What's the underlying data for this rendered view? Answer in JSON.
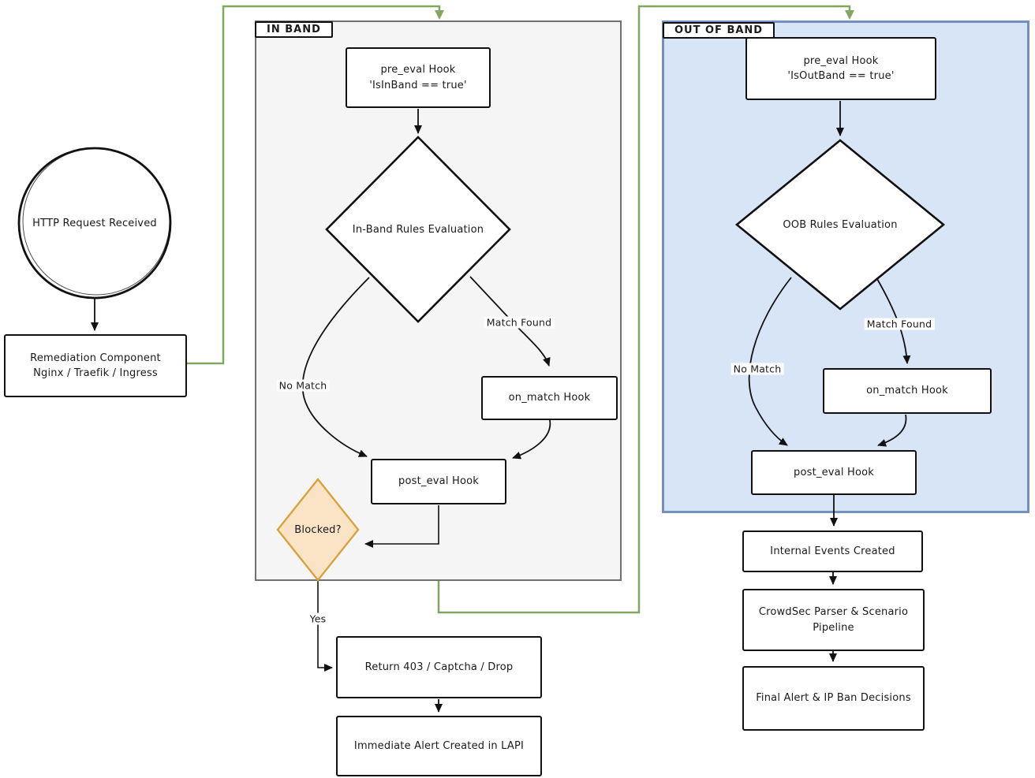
{
  "start": {
    "label": "HTTP Request Received"
  },
  "remediation": {
    "line1": "Remediation Component",
    "line2": "Nginx / Traefik / Ingress"
  },
  "in_band": {
    "tag": "IN BAND",
    "pre_eval_line1": "pre_eval Hook",
    "pre_eval_line2": "'IsInBand == true'",
    "decision": "In-Band Rules Evaluation",
    "on_match": "on_match Hook",
    "post_eval": "post_eval Hook",
    "blocked": "Blocked?",
    "match_found_label": "Match Found",
    "no_match_label": "No Match",
    "yes_label": "Yes",
    "return_action": "Return 403 / Captcha / Drop",
    "lapi_alert": "Immediate Alert Created in LAPI"
  },
  "out_of_band": {
    "tag": "OUT OF BAND",
    "pre_eval_line1": "pre_eval Hook",
    "pre_eval_line2": "'IsOutBand == true'",
    "decision": "OOB Rules Evaluation",
    "on_match": "on_match Hook",
    "post_eval": "post_eval Hook",
    "match_found_label": "Match Found",
    "no_match_label": "No Match",
    "internal_events": "Internal Events Created",
    "pipeline": "CrowdSec Parser & Scenario Pipeline",
    "final_decisions": "Final Alert & IP Ban Decisions"
  },
  "colors": {
    "connector_green": "#82a761",
    "band_gray_fill": "#f5f5f5",
    "band_gray_stroke": "#707070",
    "oob_blue_fill": "#d8e5f6",
    "oob_blue_stroke": "#7490c0",
    "blocked_fill": "#fbe4c6",
    "blocked_stroke": "#d9a23a",
    "ink": "#111111"
  }
}
